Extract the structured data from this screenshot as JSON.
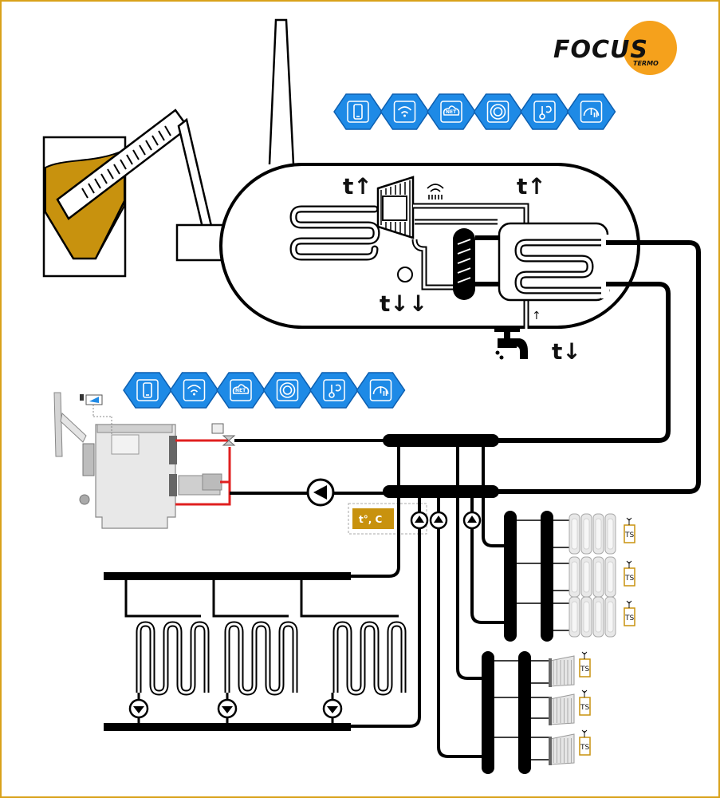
{
  "brand": {
    "name": "FOCUS",
    "sub": "TERMO",
    "accent": "#f5a11c",
    "frame_color": "#d9a21b"
  },
  "indicators": {
    "hot_left": "t↑",
    "hot_right": "t↑",
    "cold_mid": "t↓↓",
    "cold_out": "t↓",
    "small_arrow": "↑"
  },
  "controller_label": "t°, C",
  "sensor_label": "TS",
  "icon_rows": [
    [
      "phone-icon",
      "wifi-icon",
      "net-cloud-icon",
      "ring-icon",
      "thermometer-icon",
      "gauge-icon"
    ],
    [
      "phone-icon",
      "wifi-icon",
      "net-cloud-icon",
      "ring-icon",
      "thermometer-icon",
      "gauge-icon"
    ]
  ],
  "icon_net_text": "NET",
  "colors": {
    "icon_fill": "#1e8ae6",
    "icon_stroke": "#0d5fb0",
    "pellet": "#c8920e",
    "line": "#000000",
    "hot_pipe": "#e02020",
    "controller_bg": "#c8920e"
  }
}
